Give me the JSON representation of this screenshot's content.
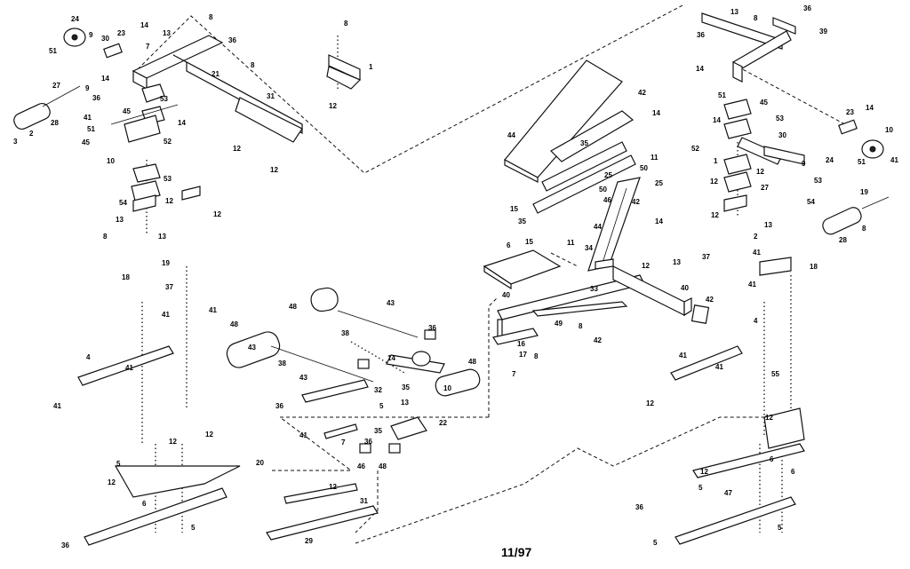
{
  "footer": {
    "date": "11/97"
  },
  "callouts": [
    {
      "id": "c1",
      "text": "24"
    },
    {
      "id": "c2",
      "text": "9"
    },
    {
      "id": "c3",
      "text": "8"
    },
    {
      "id": "c4",
      "text": "13"
    },
    {
      "id": "c5",
      "text": "36"
    },
    {
      "id": "c6",
      "text": "14"
    },
    {
      "id": "c7",
      "text": "23"
    },
    {
      "id": "c8",
      "text": "30"
    },
    {
      "id": "c9",
      "text": "7"
    },
    {
      "id": "c10",
      "text": "51"
    },
    {
      "id": "c11",
      "text": "8"
    },
    {
      "id": "c12",
      "text": "1"
    },
    {
      "id": "c13",
      "text": "21"
    },
    {
      "id": "c14",
      "text": "9"
    },
    {
      "id": "c15",
      "text": "27"
    },
    {
      "id": "c16",
      "text": "14"
    },
    {
      "id": "c17",
      "text": "36"
    },
    {
      "id": "c18",
      "text": "31"
    },
    {
      "id": "c19",
      "text": "8"
    },
    {
      "id": "c20",
      "text": "12"
    },
    {
      "id": "c21",
      "text": "53"
    },
    {
      "id": "c22",
      "text": "41"
    },
    {
      "id": "c23",
      "text": "45"
    },
    {
      "id": "c24",
      "text": "14"
    },
    {
      "id": "c25",
      "text": "28"
    },
    {
      "id": "c26",
      "text": "2"
    },
    {
      "id": "c27",
      "text": "3"
    },
    {
      "id": "c28",
      "text": "51"
    },
    {
      "id": "c29",
      "text": "45"
    },
    {
      "id": "c30",
      "text": "52"
    },
    {
      "id": "c31",
      "text": "10"
    },
    {
      "id": "c32",
      "text": "12"
    },
    {
      "id": "c33",
      "text": "12"
    },
    {
      "id": "c34",
      "text": "53"
    },
    {
      "id": "c35",
      "text": "54"
    },
    {
      "id": "c36",
      "text": "12"
    },
    {
      "id": "c37",
      "text": "12"
    },
    {
      "id": "c38",
      "text": "13"
    },
    {
      "id": "c39",
      "text": "13"
    },
    {
      "id": "c40",
      "text": "8"
    },
    {
      "id": "c41",
      "text": "19"
    },
    {
      "id": "c42",
      "text": "18"
    },
    {
      "id": "c43",
      "text": "37"
    },
    {
      "id": "c44",
      "text": "41"
    },
    {
      "id": "c45",
      "text": "41"
    },
    {
      "id": "c46",
      "text": "4"
    },
    {
      "id": "c47",
      "text": "41"
    },
    {
      "id": "c48",
      "text": "41"
    },
    {
      "id": "c49",
      "text": "12"
    },
    {
      "id": "c50",
      "text": "12"
    },
    {
      "id": "c51",
      "text": "5"
    },
    {
      "id": "c52",
      "text": "12"
    },
    {
      "id": "c53",
      "text": "20"
    },
    {
      "id": "c54",
      "text": "36"
    },
    {
      "id": "c55",
      "text": "6"
    },
    {
      "id": "c56",
      "text": "5"
    },
    {
      "id": "c57",
      "text": "48"
    },
    {
      "id": "c58",
      "text": "43"
    },
    {
      "id": "c59",
      "text": "38"
    },
    {
      "id": "c60",
      "text": "48"
    },
    {
      "id": "c61",
      "text": "43"
    },
    {
      "id": "c62",
      "text": "38"
    },
    {
      "id": "c63",
      "text": "43"
    },
    {
      "id": "c64",
      "text": "36"
    },
    {
      "id": "c65",
      "text": "14"
    },
    {
      "id": "c66",
      "text": "36"
    },
    {
      "id": "c67",
      "text": "48"
    },
    {
      "id": "c68",
      "text": "10"
    },
    {
      "id": "c69",
      "text": "32"
    },
    {
      "id": "c70",
      "text": "35"
    },
    {
      "id": "c71",
      "text": "13"
    },
    {
      "id": "c72",
      "text": "5"
    },
    {
      "id": "c73",
      "text": "22"
    },
    {
      "id": "c74",
      "text": "41"
    },
    {
      "id": "c75",
      "text": "7"
    },
    {
      "id": "c76",
      "text": "35"
    },
    {
      "id": "c77",
      "text": "36"
    },
    {
      "id": "c78",
      "text": "48"
    },
    {
      "id": "c79",
      "text": "46"
    },
    {
      "id": "c80",
      "text": "12"
    },
    {
      "id": "c81",
      "text": "31"
    },
    {
      "id": "c82",
      "text": "29"
    },
    {
      "id": "c83",
      "text": "44"
    },
    {
      "id": "c84",
      "text": "42"
    },
    {
      "id": "c85",
      "text": "14"
    },
    {
      "id": "c86",
      "text": "35"
    },
    {
      "id": "c87",
      "text": "11"
    },
    {
      "id": "c88",
      "text": "50"
    },
    {
      "id": "c89",
      "text": "25"
    },
    {
      "id": "c90",
      "text": "50"
    },
    {
      "id": "c91",
      "text": "25"
    },
    {
      "id": "c92",
      "text": "42"
    },
    {
      "id": "c93",
      "text": "46"
    },
    {
      "id": "c94",
      "text": "14"
    },
    {
      "id": "c95",
      "text": "15"
    },
    {
      "id": "c96",
      "text": "35"
    },
    {
      "id": "c97",
      "text": "44"
    },
    {
      "id": "c98",
      "text": "15"
    },
    {
      "id": "c99",
      "text": "11"
    },
    {
      "id": "c100",
      "text": "34"
    },
    {
      "id": "c101",
      "text": "6"
    },
    {
      "id": "c102",
      "text": "40"
    },
    {
      "id": "c103",
      "text": "33"
    },
    {
      "id": "c104",
      "text": "12"
    },
    {
      "id": "c105",
      "text": "13"
    },
    {
      "id": "c106",
      "text": "40"
    },
    {
      "id": "c107",
      "text": "42"
    },
    {
      "id": "c108",
      "text": "49"
    },
    {
      "id": "c109",
      "text": "8"
    },
    {
      "id": "c110",
      "text": "42"
    },
    {
      "id": "c111",
      "text": "16"
    },
    {
      "id": "c112",
      "text": "17"
    },
    {
      "id": "c113",
      "text": "8"
    },
    {
      "id": "c114",
      "text": "7"
    },
    {
      "id": "c115",
      "text": "13"
    },
    {
      "id": "c116",
      "text": "8"
    },
    {
      "id": "c117",
      "text": "36"
    },
    {
      "id": "c118",
      "text": "39"
    },
    {
      "id": "c119",
      "text": "36"
    },
    {
      "id": "c120",
      "text": "14"
    },
    {
      "id": "c121",
      "text": "51"
    },
    {
      "id": "c122",
      "text": "45"
    },
    {
      "id": "c123",
      "text": "53"
    },
    {
      "id": "c124",
      "text": "14"
    },
    {
      "id": "c125",
      "text": "30"
    },
    {
      "id": "c126",
      "text": "23"
    },
    {
      "id": "c127",
      "text": "14"
    },
    {
      "id": "c128",
      "text": "10"
    },
    {
      "id": "c129",
      "text": "52"
    },
    {
      "id": "c130",
      "text": "1"
    },
    {
      "id": "c131",
      "text": "9"
    },
    {
      "id": "c132",
      "text": "24"
    },
    {
      "id": "c133",
      "text": "51"
    },
    {
      "id": "c134",
      "text": "41"
    },
    {
      "id": "c135",
      "text": "12"
    },
    {
      "id": "c136",
      "text": "53"
    },
    {
      "id": "c137",
      "text": "12"
    },
    {
      "id": "c138",
      "text": "27"
    },
    {
      "id": "c139",
      "text": "19"
    },
    {
      "id": "c140",
      "text": "54"
    },
    {
      "id": "c141",
      "text": "12"
    },
    {
      "id": "c142",
      "text": "13"
    },
    {
      "id": "c143",
      "text": "2"
    },
    {
      "id": "c144",
      "text": "28"
    },
    {
      "id": "c145",
      "text": "8"
    },
    {
      "id": "c146",
      "text": "37"
    },
    {
      "id": "c147",
      "text": "41"
    },
    {
      "id": "c148",
      "text": "41"
    },
    {
      "id": "c149",
      "text": "18"
    },
    {
      "id": "c150",
      "text": "4"
    },
    {
      "id": "c151",
      "text": "41"
    },
    {
      "id": "c152",
      "text": "41"
    },
    {
      "id": "c153",
      "text": "12"
    },
    {
      "id": "c154",
      "text": "55"
    },
    {
      "id": "c155",
      "text": "12"
    },
    {
      "id": "c156",
      "text": "6"
    },
    {
      "id": "c157",
      "text": "12"
    },
    {
      "id": "c158",
      "text": "5"
    },
    {
      "id": "c159",
      "text": "47"
    },
    {
      "id": "c160",
      "text": "36"
    },
    {
      "id": "c161",
      "text": "5"
    },
    {
      "id": "c162",
      "text": "5"
    },
    {
      "id": "c163",
      "text": "6"
    }
  ]
}
